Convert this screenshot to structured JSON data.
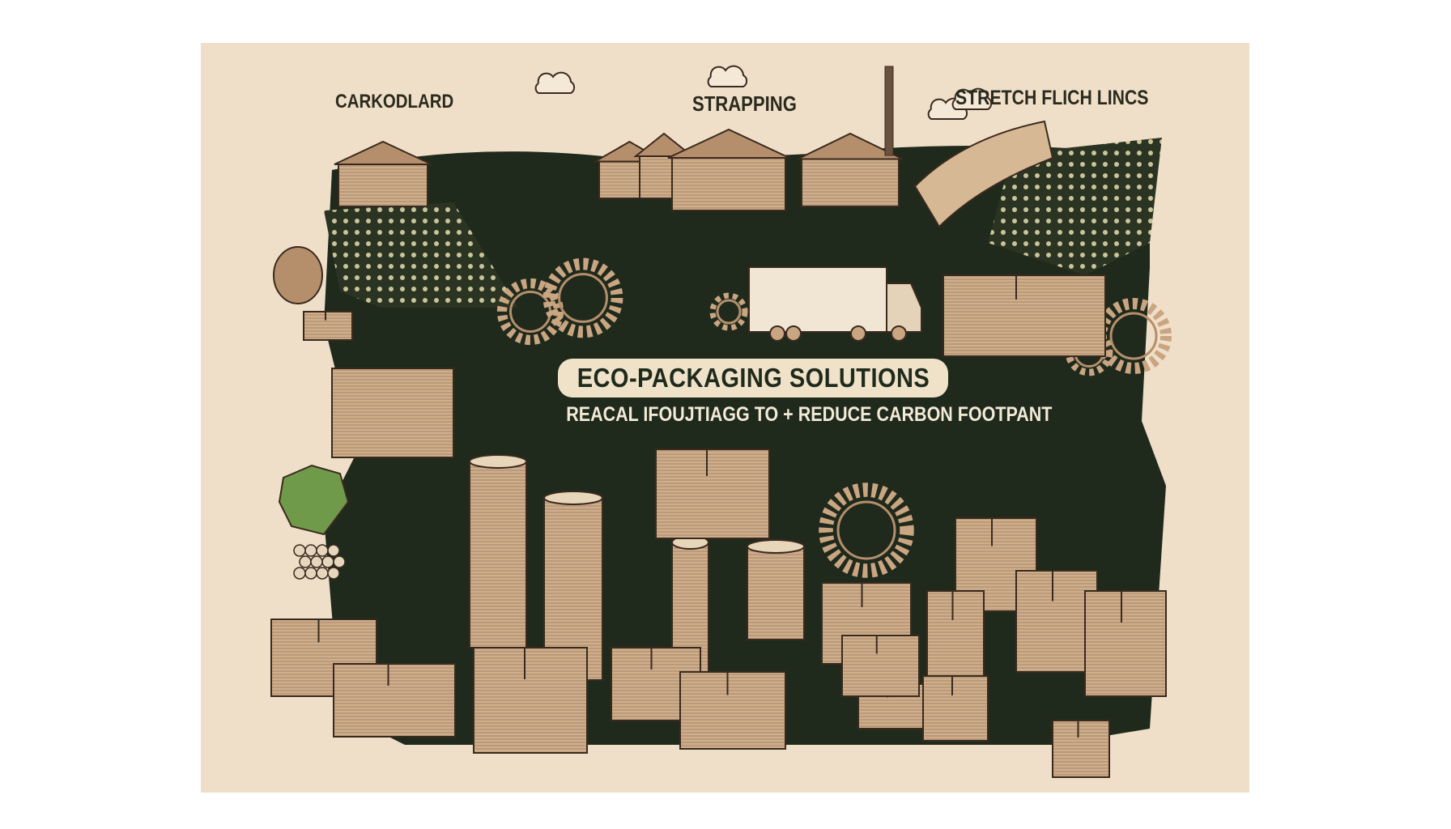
{
  "poster": {
    "title": "ECO-PACKAGING SOLUTIONS",
    "subtitle": "REACAL IFOUJTIAGG TO + REDUCE CARBON FOOTPANT",
    "labels": {
      "cardboard": "CARKODLARD",
      "strapping": "STRAPPING",
      "stretch_film": "STRETCH FLICH LINCS"
    },
    "colors": {
      "background": "#efdfc8",
      "dark_green": "#1f2a1c",
      "cardboard": "#c9a582",
      "ink": "#3a2a1e",
      "leaf": "#6f9a4a"
    }
  }
}
